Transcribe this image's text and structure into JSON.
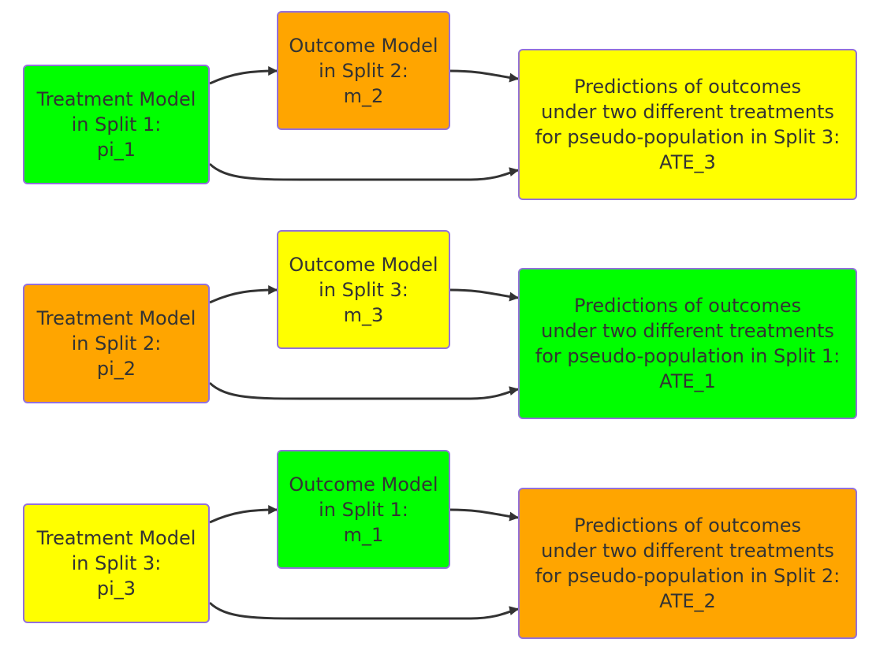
{
  "colors": {
    "green": "#00FF00",
    "orange": "#FFA500",
    "yellow": "#FFFF00",
    "border": "#9370DB",
    "text": "#333333",
    "edge": "#333333"
  },
  "rows": [
    {
      "treatment": {
        "lines": [
          "Treatment Model",
          "in Split 1:",
          "pi_1"
        ],
        "color": "green"
      },
      "outcome": {
        "lines": [
          "Outcome Model",
          "in Split 2:",
          "m_2"
        ],
        "color": "orange"
      },
      "prediction": {
        "lines": [
          "Predictions of outcomes",
          "under two different treatments",
          "for pseudo-population in Split 3:",
          "ATE_3"
        ],
        "color": "yellow"
      }
    },
    {
      "treatment": {
        "lines": [
          "Treatment Model",
          "in Split 2:",
          "pi_2"
        ],
        "color": "orange"
      },
      "outcome": {
        "lines": [
          "Outcome Model",
          "in Split 3:",
          "m_3"
        ],
        "color": "yellow"
      },
      "prediction": {
        "lines": [
          "Predictions of outcomes",
          "under two different treatments",
          "for pseudo-population in Split 1:",
          "ATE_1"
        ],
        "color": "green"
      }
    },
    {
      "treatment": {
        "lines": [
          "Treatment Model",
          "in Split 3:",
          "pi_3"
        ],
        "color": "yellow"
      },
      "outcome": {
        "lines": [
          "Outcome Model",
          "in Split 1:",
          "m_1"
        ],
        "color": "green"
      },
      "prediction": {
        "lines": [
          "Predictions of outcomes",
          "under two different treatments",
          "for pseudo-population in Split 2:",
          "ATE_2"
        ],
        "color": "orange"
      }
    }
  ],
  "edges": [
    {
      "from": "treatment",
      "to": "outcome"
    },
    {
      "from": "outcome",
      "to": "prediction"
    },
    {
      "from": "treatment",
      "to": "prediction"
    }
  ]
}
